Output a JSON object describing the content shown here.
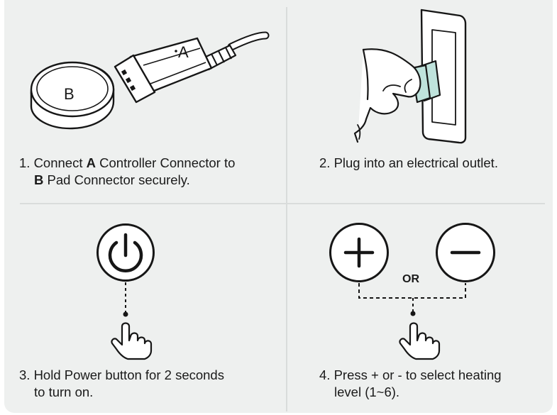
{
  "steps": [
    {
      "line1_pre": "1. Connect ",
      "line1_bold": "A",
      "line1_post": " Controller Connector to",
      "line2_bold": "B",
      "line2_post": " Pad Connector securely.",
      "label_a": "A",
      "label_b": "B",
      "icon": "connector-icon"
    },
    {
      "line1": "2. Plug into an electrical outlet.",
      "icon": "wall-outlet-icon"
    },
    {
      "line1": "3. Hold Power button for 2 seconds",
      "line2": "to turn on.",
      "icon": "power-button-icon"
    },
    {
      "line1": "4. Press + or - to select heating",
      "line2": "level (1~6).",
      "or_label": "OR",
      "icons": [
        "plus-button-icon",
        "minus-button-icon"
      ]
    }
  ],
  "colors": {
    "background": "#eef0ef",
    "divider": "#d9dcdb",
    "ink": "#161616",
    "plug_accent": "#bfe3dc"
  }
}
